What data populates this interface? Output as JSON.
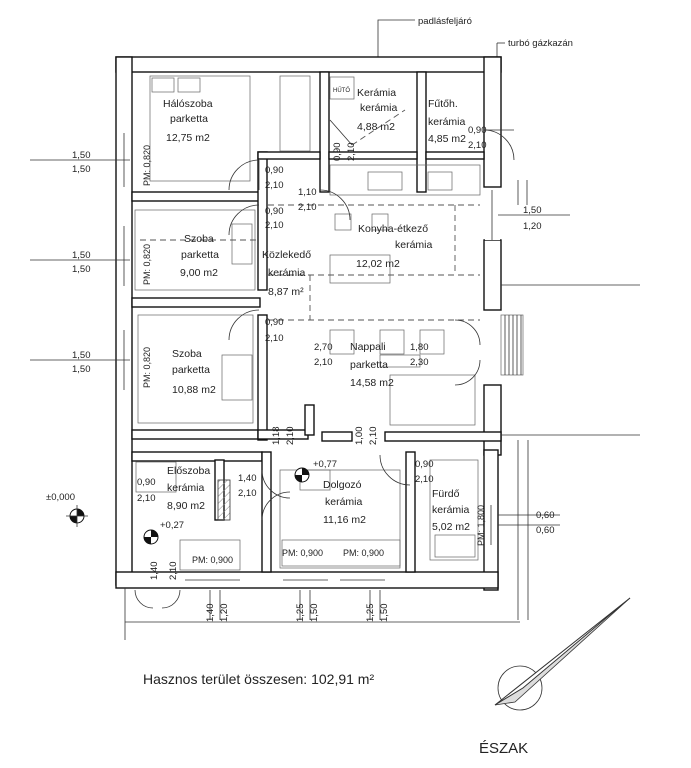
{
  "leaders": {
    "attic": "padlásfeljáró",
    "boiler": "turbó gázkazán"
  },
  "rooms": {
    "bedroom": {
      "name": "Hálószoba",
      "floor": "parketta",
      "area": "12,75 m2"
    },
    "pantry": {
      "code": "HŰTŐ",
      "name": "Kerámia",
      "floor": "kerámia",
      "area": "4,88 m2"
    },
    "boiler": {
      "name": "Fűtőh.",
      "floor": "kerámia",
      "area": "4,85 m2"
    },
    "room1": {
      "name": "Szoba",
      "floor": "parketta",
      "area": "9,00 m2"
    },
    "kitchen": {
      "name": "Konyha-étkező",
      "floor": "kerámia",
      "area": "12,02 m2"
    },
    "corridor": {
      "name": "Közlekedő",
      "floor": "kerámia",
      "area": "8,87 m²"
    },
    "room2": {
      "name": "Szoba",
      "floor": "parketta",
      "area": "10,88 m2"
    },
    "living": {
      "name": "Nappali",
      "floor": "parketta",
      "area": "14,58 m2"
    },
    "hall": {
      "name": "Előszoba",
      "floor": "kerámia",
      "area": "8,90 m2"
    },
    "study": {
      "name": "Dolgozó",
      "floor": "kerámia",
      "area": "11,16 m2"
    },
    "bath": {
      "name": "Fürdő",
      "floor": "kerámia",
      "area": "5,02 m2"
    }
  },
  "parapets": {
    "bedroom": "PM: 0,820",
    "room1": "PM: 0,820",
    "room2": "PM: 0,820",
    "hall": "PM: 0,900",
    "study_left": "PM: 0,900",
    "study_right": "PM: 0,900",
    "bath": "PM: 1,800"
  },
  "openings": {
    "left_1": [
      "1,50",
      "1,50"
    ],
    "left_2": [
      "1,50",
      "1,50"
    ],
    "left_3": [
      "1,50",
      "1,50"
    ],
    "right_1": [
      "1,50",
      "1,20"
    ],
    "right_2": [
      "0,60",
      "0,60"
    ],
    "boiler_door": [
      "0,90",
      "2,10"
    ],
    "bed_door": [
      "0,90",
      "2,10"
    ],
    "room1_door": [
      "0,90",
      "2,10"
    ],
    "kitchen_open": [
      "1,10",
      "2,10"
    ],
    "room2_door": [
      "0,90",
      "2,10"
    ],
    "living_open": [
      "2,70",
      "2,10"
    ],
    "terrace_door": [
      "1,80",
      "2,30"
    ],
    "hall_window": [
      "0,90",
      "2,10"
    ],
    "hall_door": [
      "1,40",
      "2,10"
    ],
    "bath_door": [
      "0,90",
      "2,10"
    ],
    "pantry_door": [
      "0,90",
      "2,10"
    ],
    "v_118": [
      "1,18",
      "2,10"
    ],
    "v_100": [
      "1,00",
      "2,10"
    ],
    "entrance": [
      "1,40",
      "2,10"
    ],
    "bottom_1": [
      "1,40",
      "1,20"
    ],
    "bottom_2": [
      "1,25",
      "1,50"
    ],
    "bottom_3": [
      "1,25",
      "1,50"
    ]
  },
  "levels": {
    "ground": "±0,000",
    "entry": "+0,27",
    "floor": "+0,77"
  },
  "summary": "Hasznos terület összesen: 102,91 m²",
  "north": "ÉSZAK"
}
